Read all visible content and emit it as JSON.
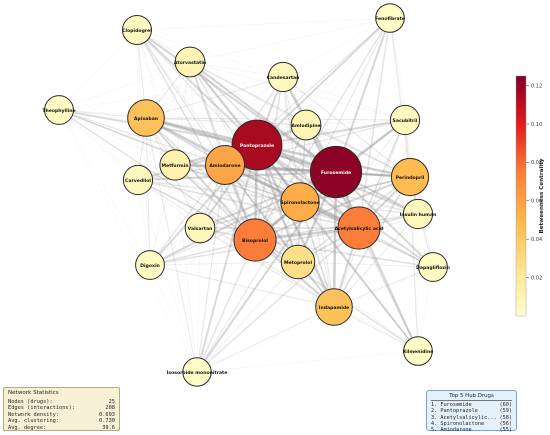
{
  "chart_data": {
    "type": "network",
    "colorbar": {
      "label": "Betweenness Centrality",
      "ticks": [
        "0.02",
        "0.04",
        "0.06",
        "0.08",
        "0.10",
        "0.12"
      ],
      "tick_values": [
        0.02,
        0.04,
        0.06,
        0.08,
        0.1,
        0.12
      ],
      "range": [
        0.0,
        0.125
      ],
      "colormap": "YlOrRd"
    },
    "nodes": [
      {
        "name": "Clopidogrel",
        "centrality": 0.005
      },
      {
        "name": "Fenofibrate",
        "centrality": 0.003
      },
      {
        "name": "Atorvastatin",
        "centrality": 0.01
      },
      {
        "name": "Candesartan",
        "centrality": 0.006
      },
      {
        "name": "Theophylline",
        "centrality": 0.004
      },
      {
        "name": "Apixaban",
        "centrality": 0.045
      },
      {
        "name": "Amlodipine",
        "centrality": 0.01
      },
      {
        "name": "Sacubitril",
        "centrality": 0.006
      },
      {
        "name": "Pantoprazole",
        "centrality": 0.115
      },
      {
        "name": "Amiodarone",
        "centrality": 0.058
      },
      {
        "name": "Metformin",
        "centrality": 0.012
      },
      {
        "name": "Furosemide",
        "centrality": 0.122
      },
      {
        "name": "Perindopril",
        "centrality": 0.048
      },
      {
        "name": "Spironolactone",
        "centrality": 0.055
      },
      {
        "name": "Acetylsalicylic acid",
        "centrality": 0.075
      },
      {
        "name": "Carvedilol",
        "centrality": 0.006
      },
      {
        "name": "Valsartan",
        "centrality": 0.008
      },
      {
        "name": "Insulin human",
        "centrality": 0.006
      },
      {
        "name": "Bisoprolol",
        "centrality": 0.075
      },
      {
        "name": "Digoxin",
        "centrality": 0.004
      },
      {
        "name": "Metoprolol",
        "centrality": 0.028
      },
      {
        "name": "Dapagliflozin",
        "centrality": 0.004
      },
      {
        "name": "Indapamide",
        "centrality": 0.045
      },
      {
        "name": "Rilmenidine",
        "centrality": 0.003
      },
      {
        "name": "Isosorbide mononitrate",
        "centrality": 0.002
      }
    ]
  },
  "network_stats": {
    "title": "Network Statistics",
    "rows": [
      {
        "label": "Nodes (drugs):",
        "value": "25"
      },
      {
        "label": "Edges (interactions):",
        "value": "208"
      },
      {
        "label": "Network density:",
        "value": "0.693"
      },
      {
        "label": "Avg. clustering:",
        "value": "0.730"
      },
      {
        "label": "Avg. degree:",
        "value": "39.6"
      }
    ]
  },
  "top_hubs": {
    "title": "Top 5 Hub Drugs",
    "rows": [
      {
        "label": "1. Furosemide",
        "value": "(60)"
      },
      {
        "label": "2. Pantoprazole",
        "value": "(59)"
      },
      {
        "label": "3. Acetylsalicylic...",
        "value": "(58)"
      },
      {
        "label": "4. Spironolactone",
        "value": "(56)"
      },
      {
        "label": "5. Amiodarone",
        "value": "(55)"
      }
    ]
  }
}
